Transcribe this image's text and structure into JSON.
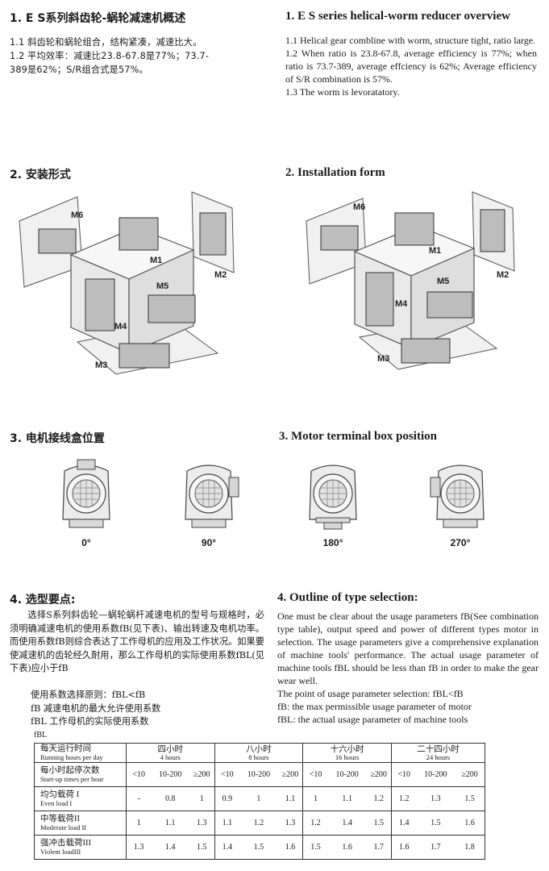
{
  "overview": {
    "cn_title": "1. E S系列斜齿轮-蜗轮减速机概述",
    "cn_lines": [
      "1.1 斜齿轮和蜗轮组合，结构紧凑，减速比大。",
      "1.2 平均效率：减速比23.8-67.8是77%；73.7-",
      "389是62%；S/R组合式是57%。"
    ],
    "en_title": "1. E S series helical-worm reducer overview",
    "en_lines": [
      "1.1 Helical gear combline with worm, structure tight, ratio large.",
      "1.2 When ratio is 23.8-67.8, average efficiency is 77%; when ratio is 73.7-389, average effciency is 62%; Average efficiency of S/R combination is 57%.",
      "1.3 The worm is levoratatory."
    ]
  },
  "installation": {
    "cn_title": "2. 安装形式",
    "en_title": "2. Installation form",
    "labels": [
      "M1",
      "M2",
      "M3",
      "M4",
      "M5",
      "M6"
    ]
  },
  "terminal": {
    "cn_title": "3. 电机接线盒位置",
    "en_title": "3. Motor terminal box position",
    "positions": [
      "0°",
      "90°",
      "180°",
      "270°"
    ]
  },
  "selection": {
    "cn_title": "4. 选型要点:",
    "cn_body": "选择S系列斜齿轮—蜗轮蜗杆减速电机的型号与规格时，必须明确减速电机的使用系数fB(见下表)、输出转速及电机功率。而使用系数fB则综合表达了工作母机的应用及工作状况。如果要使减速机的齿轮经久耐用，那么工作母机的实际使用系数fBL(见下表)应小于fB",
    "cn_rule": "使用系数选择原则：fBL<fB",
    "cn_fb": "fB 减速电机的最大允许使用系数",
    "cn_fbl": "fBL 工作母机的实际使用系数",
    "en_title": "4. Outline of type selection:",
    "en_body": "One must be clear about the usage parameters fB(See combination type table), output speed and power of different types motor in selection. The usage parameters give a comprehensive explanation of machine tools' performance. The actual usage parameter of machine tools fBL should be less than fB in order to make the gear wear well.",
    "en_rule": "The point of usage parameter selection: fBL<fB",
    "en_fb": "fB: the max permissible usage parameter of motor",
    "en_fbl": "fBL: the actual usage parameter of machine tools"
  },
  "table": {
    "caption": "fBL",
    "row_header_cn": "每天运行时间",
    "row_header_en": "Running hours per day",
    "groups": [
      {
        "cn": "四小时",
        "en": "4 hours"
      },
      {
        "cn": "八小时",
        "en": "8 hours"
      },
      {
        "cn": "十六小时",
        "en": "16 hours"
      },
      {
        "cn": "二十四小时",
        "en": "24 hours"
      }
    ],
    "starts_cn": "每小时起停次数",
    "starts_en": "Start-up times per hour",
    "starts": [
      "<10",
      "10-200",
      "≥200",
      "<10",
      "10-200",
      "≥200",
      "<10",
      "10-200",
      "≥200",
      "<10",
      "10-200",
      "≥200"
    ],
    "loads": [
      {
        "cn": "均匀载荷 I",
        "en": "Even load I",
        "values": [
          "-",
          "0.8",
          "1",
          "0.9",
          "1",
          "1.1",
          "1",
          "1.1",
          "1.2",
          "1.2",
          "1.3",
          "1.5"
        ]
      },
      {
        "cn": "中等载荷II",
        "en": "Moderate load II",
        "values": [
          "1",
          "1.1",
          "1.3",
          "1.1",
          "1.2",
          "1.3",
          "1.2",
          "1.4",
          "1.5",
          "1.4",
          "1.5",
          "1.6"
        ]
      },
      {
        "cn": "强冲击载荷III",
        "en": "Violent loadIII",
        "values": [
          "1.3",
          "1.4",
          "1.5",
          "1.4",
          "1.5",
          "1.6",
          "1.5",
          "1.6",
          "1.7",
          "1.6",
          "1.7",
          "1.8"
        ]
      }
    ]
  }
}
